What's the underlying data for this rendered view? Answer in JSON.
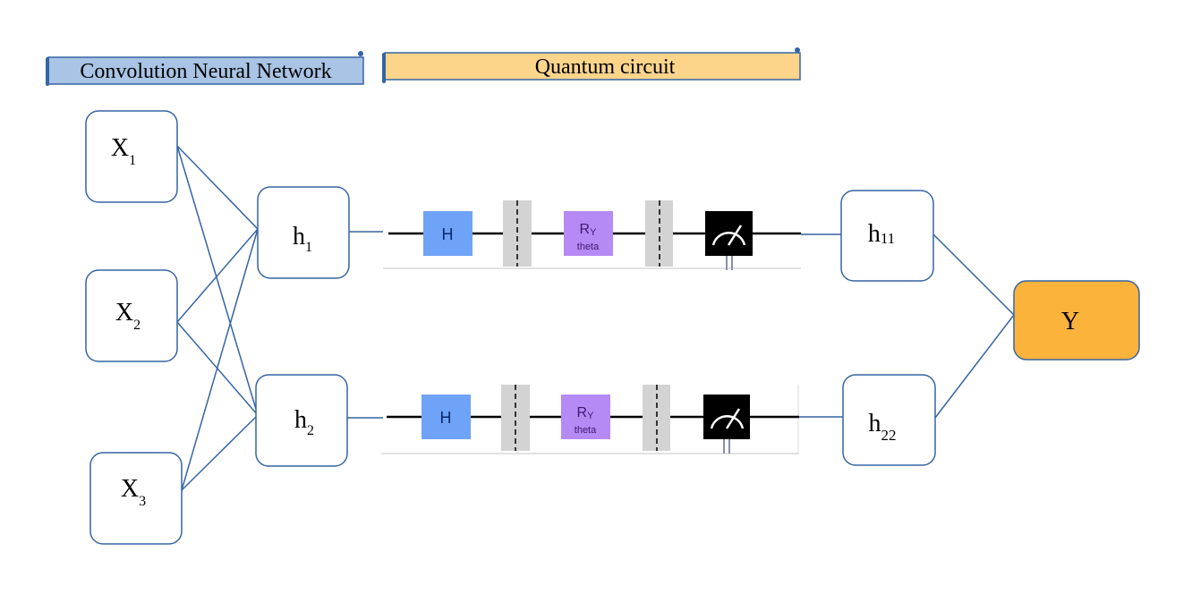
{
  "banners": {
    "cnn": {
      "label": "Convolution Neural Network",
      "color": "#a9c4e4"
    },
    "quantum": {
      "label": "Quantum circuit",
      "color": "#fdd58a"
    }
  },
  "inputs": [
    {
      "base": "X",
      "sub": "1"
    },
    {
      "base": "X",
      "sub": "2"
    },
    {
      "base": "X",
      "sub": "3"
    }
  ],
  "hidden": [
    {
      "base": "h",
      "sub": "1"
    },
    {
      "base": "h",
      "sub": "2"
    }
  ],
  "quantum_outputs": [
    {
      "base": "h",
      "sub": "11"
    },
    {
      "base": "h",
      "sub": "22"
    }
  ],
  "output": {
    "label": "Y",
    "color": "#fbb33c"
  },
  "circuit": {
    "h_gate": {
      "label": "H",
      "color": "#6fa3f7"
    },
    "ry_gate": {
      "label": "R",
      "label_sub": "Y",
      "param": "theta",
      "color": "#b58af5"
    },
    "measure_icon": "measurement-meter-icon"
  },
  "colors": {
    "edge": "#3564a4",
    "node_border": "#3564a4"
  }
}
